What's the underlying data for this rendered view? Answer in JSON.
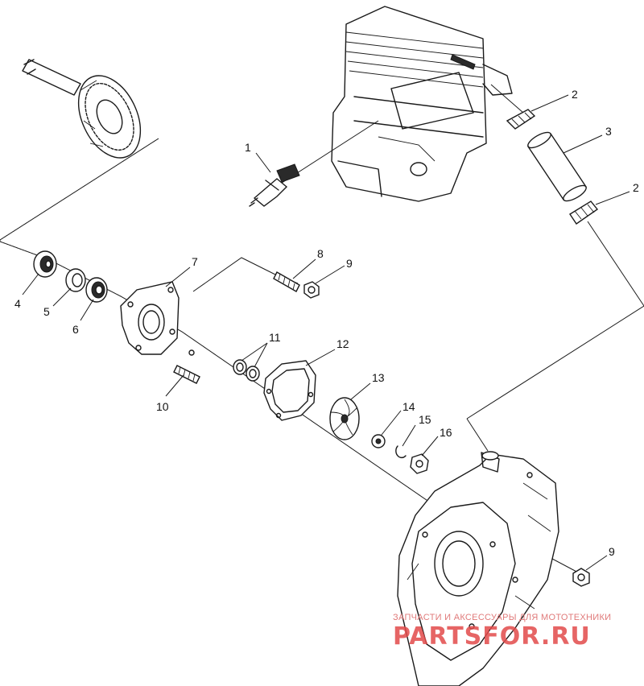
{
  "callouts": {
    "p1": "1",
    "p2a": "2",
    "p2b": "2",
    "p3": "3",
    "p4": "4",
    "p5": "5",
    "p6": "6",
    "p7": "7",
    "p8": "8",
    "p9a": "9",
    "p9b": "9",
    "p10": "10",
    "p11": "11",
    "p12": "12",
    "p13": "13",
    "p14": "14",
    "p15": "15",
    "p16": "16"
  },
  "watermark": {
    "tagline": "ЗАПЧАСТИ И АКСЕССУАРЫ ДЛЯ МОТОТЕХНИКИ",
    "logo": "PARTSFOR.RU"
  }
}
